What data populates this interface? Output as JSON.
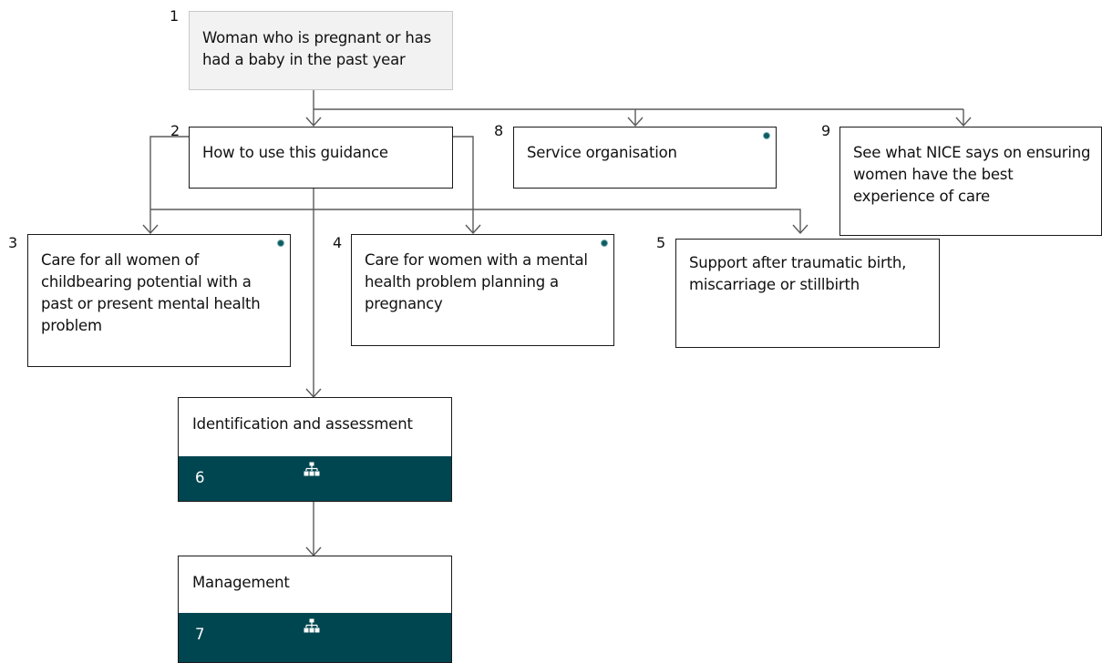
{
  "nodes": {
    "n1": {
      "number": "1",
      "text": "Woman who is pregnant or has had a baby in the past year"
    },
    "n2": {
      "number": "2",
      "text": "How to use this guidance"
    },
    "n3": {
      "number": "3",
      "text": "Care for all women of childbearing potential with a past or present mental health problem"
    },
    "n4": {
      "number": "4",
      "text": "Care for women with a mental health problem planning a pregnancy"
    },
    "n5": {
      "number": "5",
      "text": "Support after traumatic birth, miscarriage or stillbirth"
    },
    "n6": {
      "number": "6",
      "text": "Identification and assessment"
    },
    "n7": {
      "number": "7",
      "text": "Management"
    },
    "n8": {
      "number": "8",
      "text": "Service organisation"
    },
    "n9": {
      "number": "9",
      "text": "See what NICE says on ensuring women have the best experience of care"
    }
  },
  "icons": {
    "info_dot": "info-dot-icon",
    "pathway": "pathway-hierarchy-icon"
  },
  "colors": {
    "band": "#004650",
    "start_fill": "#f2f2f2",
    "dot": "#0e5b60",
    "connector": "#555555"
  }
}
